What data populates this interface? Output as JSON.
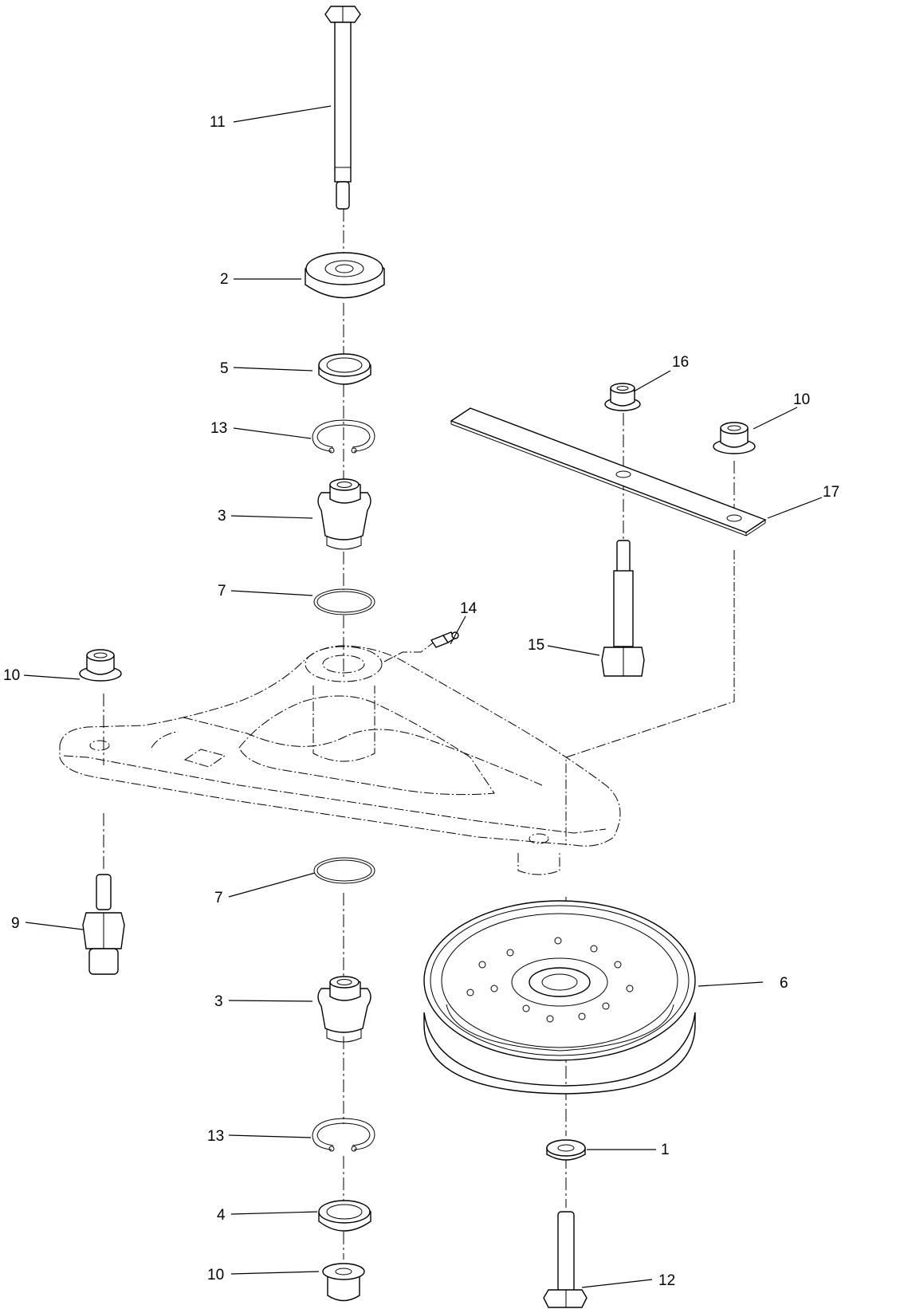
{
  "callouts": {
    "c1": "1",
    "c2": "2",
    "c3a": "3",
    "c3b": "3",
    "c4": "4",
    "c5": "5",
    "c6": "6",
    "c7a": "7",
    "c7b": "7",
    "c9": "9",
    "c10a": "10",
    "c10b": "10",
    "c10c": "10",
    "c11": "11",
    "c12": "12",
    "c13a": "13",
    "c13b": "13",
    "c14": "14",
    "c15": "15",
    "c16": "16",
    "c17": "17"
  }
}
